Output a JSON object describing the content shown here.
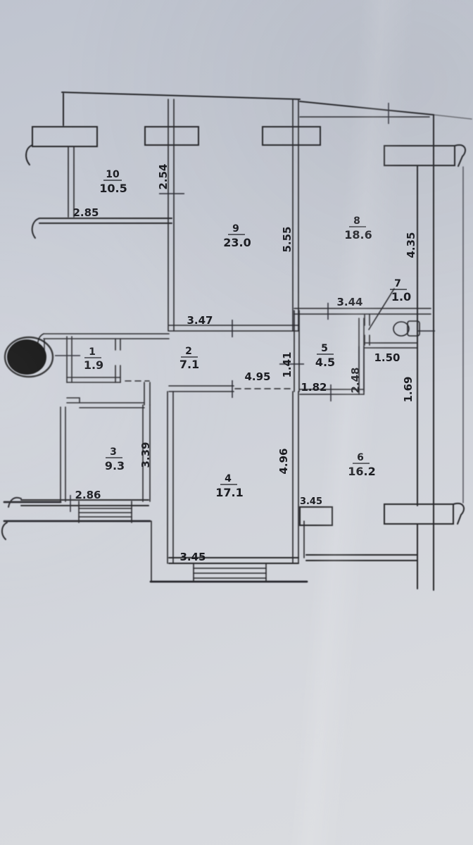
{
  "document": {
    "kind": "apartment-floor-plan-scan"
  },
  "rooms": [
    {
      "number": "1",
      "area": "1.9"
    },
    {
      "number": "2",
      "area": "7.1"
    },
    {
      "number": "3",
      "area": "9.3"
    },
    {
      "number": "4",
      "area": "17.1"
    },
    {
      "number": "5",
      "area": "4.5"
    },
    {
      "number": "6",
      "area": "16.2"
    },
    {
      "number": "7",
      "area": "1.0"
    },
    {
      "number": "8",
      "area": "18.6"
    },
    {
      "number": "9",
      "area": "23.0"
    },
    {
      "number": "10",
      "area": "10.5"
    }
  ],
  "dimensions": {
    "room10_bottom": "2.85",
    "room10_right_wall": "2.54",
    "room9_bottom": "3.47",
    "room9_right_wall": "5.55",
    "room8_bottom": "3.44",
    "room8_right_wall": "4.35",
    "corridor_bottom": "4.95",
    "corridor_end_wall": "1.41",
    "hall_bottom": "1.82",
    "hall_right_wall": "2.48",
    "closet_top": "1.50",
    "closet_right_wall": "1.69",
    "room3_right_wall": "3.39",
    "room3_bottom": "2.86",
    "room4_right_wall": "4.96",
    "room6_bottom_left": "3.45",
    "room4_bottom": "3.45"
  },
  "colors": {
    "paper": "#ccd0d8",
    "ink": "#26272c",
    "blot": "#0d0d10"
  }
}
